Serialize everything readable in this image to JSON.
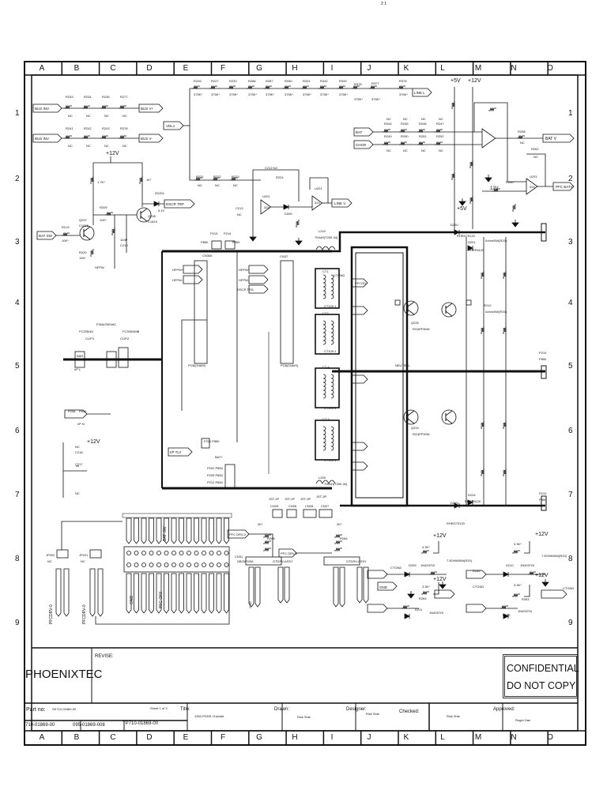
{
  "page_marker": "2   1",
  "columns": [
    "A",
    "B",
    "C",
    "D",
    "E",
    "F",
    "G",
    "H",
    "I",
    "J",
    "K",
    "L",
    "M",
    "N",
    "O"
  ],
  "rows": [
    "1",
    "2",
    "3",
    "4",
    "5",
    "6",
    "7",
    "8",
    "9"
  ],
  "title_block": {
    "company": "PHOENIXTEC",
    "revise_label": "REVISE:",
    "confidential_line1": "CONFIDENTIAL",
    "confidential_line2": "DO NOT COPY",
    "part_no_label": "Part no:",
    "part_no_value": "SK710-01869-00",
    "sheet": "Sheet 1 of 3",
    "title_label": "Title:",
    "title_value": "1352-PSDR Chloride",
    "drawn_label": "Drawn:",
    "drawn_value": "Rick Shie",
    "designer_label": "Designer:",
    "designer_value": "Rick Shie",
    "checked_label": "Checked:",
    "checked_value": "Rick Shie",
    "approved_label": "Approved:",
    "approved_value": "Roger Han",
    "sub_part_1": "710-01869-00",
    "sub_part_2": "095-01869-008",
    "sub_part_3": "TP710-01869-00"
  },
  "schematic": {
    "labels": [
      "BUS INV",
      "R233",
      "R234",
      "R235",
      "R277",
      "NC",
      "NC",
      "NC",
      "NC",
      "BUS V+",
      "BUS INV",
      "R241",
      "R242",
      "R243",
      "R278",
      "NC",
      "NC",
      "NC",
      "NC",
      "BUS V-",
      "R226",
      "R227",
      "R232",
      "R286",
      "R287",
      "R330",
      "R331",
      "R332",
      "R333",
      "R378",
      "R377",
      "R376",
      "375K*",
      "375K*",
      "375K*",
      "375K*",
      "375K*",
      "375K*",
      "375K*",
      "375K*",
      "375K*",
      "375K*",
      "375K*",
      "375K*",
      "LINE L",
      "VDL1",
      "+12V",
      "1.7K*",
      "1K*",
      "Q207",
      "C1815",
      "Q208",
      "C1815",
      "R209",
      "10K*",
      "ZD201",
      "5.1V",
      "DSCR TRP",
      "R219",
      "10K*",
      "BAT SW",
      "R220",
      "10K*",
      "104P",
      "C219",
      "HFPW",
      "R221",
      "R222",
      "R223",
      "NC",
      "NC",
      "NC",
      "C212 NC",
      "R224",
      "U201",
      "324",
      "D200",
      "U201",
      "324",
      "LINE V",
      "C213",
      "NC",
      "+5V",
      "+12V",
      "BAT",
      "CHGR",
      "R244",
      "R245",
      "R246",
      "R247",
      "R249",
      "R250",
      "R251",
      "R252",
      "NC",
      "NC",
      "NC",
      "NC",
      "NC",
      "NC",
      "NC",
      "NC",
      "R258",
      "NC",
      "BAT V",
      "R262",
      "NC",
      "U201",
      "324",
      "PFC BATV",
      "R260",
      "+5V",
      "12V",
      "D200",
      "RHRG75120",
      "L210",
      "700uH(T250-34)",
      "P213",
      "P214",
      "P850",
      "P850",
      "CN306",
      "CN37",
      "HFPW+",
      "HFPW-",
      "HFPW+",
      "HFPW-",
      "DSCR TRG",
      "CT1",
      "CTGND",
      "CT100:1",
      "CT2",
      "CT100:1",
      "CT 4",
      "CT100:1",
      "CT 3",
      "CT100:1",
      "PFCGD",
      "Q225",
      "RG4PF50W",
      "Q224",
      "RG4PF50W",
      "D201",
      "RHRP8120",
      "0ohm/5W(R20)",
      "R212",
      "0ohm/5W(R20)",
      "P210",
      "P850",
      "NEUTRAL",
      "F30A/250VAC",
      "FC335/4U",
      "FC335/4MB",
      "CLIP1",
      "CLIP2",
      "BAR",
      "I/P L",
      "P206",
      "P850",
      "I/P N",
      "+12V",
      "NC",
      "C218",
      "C217",
      "NC",
      "I/P TLY",
      "PCB(01669)",
      "PCB(01669)",
      "BAT+",
      "P211 P850",
      "P202 P850",
      "P205 P850",
      "P212 P850",
      "L209",
      "700uH(T250-34)",
      "D203",
      "RHRG75120",
      "P210",
      "P850",
      "D204",
      "RHRP8120",
      "JST-2P",
      "JST-2P",
      "JST-3P",
      "JST-3P",
      "CN25",
      "CN26",
      "CN28",
      "CN27",
      "2K*",
      "2K*",
      "PFC DRV-0",
      "PFC DRV-0",
      "R286",
      "R284",
      "CN31",
      "DB25P20M",
      "GTDRV-ASSY",
      "GTDRV-ASSY",
      "JP202",
      "NC",
      "JP201",
      "NC",
      "PFCDRV-0",
      "PFCDRV-0",
      "BAT SW",
      "GND",
      "PFC OFF",
      "GND",
      "+12V",
      "3.3K*",
      "D209",
      "1N4937GI",
      "7.5OHM/5W(R20)",
      "R265",
      "+12V",
      "3.3K*",
      "D210",
      "1N4937GI",
      "7.5OHM/5W(R20)",
      "GND",
      "CTGND",
      "CTGND",
      "CTGND",
      "+12V",
      "3.3K*",
      "R264",
      "D211",
      "1N4937GI",
      "+12V",
      "3.3K*",
      "R263",
      "D212",
      "1N4937GI"
    ]
  }
}
